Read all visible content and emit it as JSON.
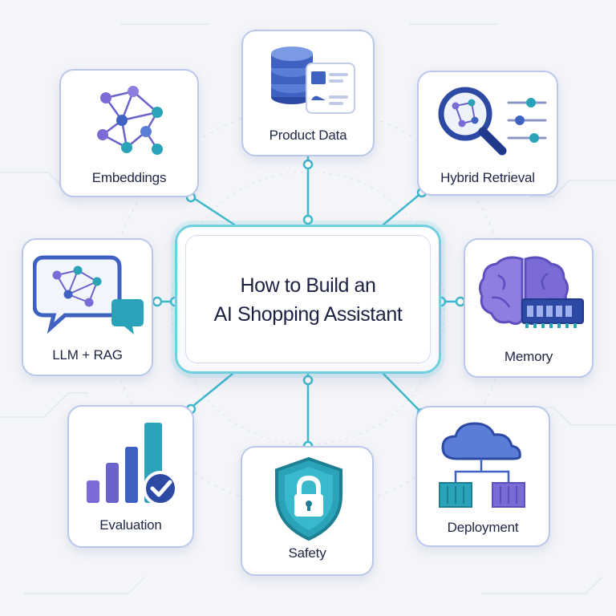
{
  "title": {
    "line1": "How to Build an",
    "line2": "AI Shopping Assistant"
  },
  "nodes": {
    "product_data": "Product Data",
    "embeddings": "Embeddings",
    "hybrid_retrieval": "Hybrid Retrieval",
    "llm_rag": "LLM + RAG",
    "memory": "Memory",
    "evaluation": "Evaluation",
    "safety": "Safety",
    "deployment": "Deployment"
  },
  "colors": {
    "background": "#f4f5f9",
    "connector": "#3fb8cc",
    "card_border": "#b9c7ea",
    "accent_blue": "#3f62c2",
    "accent_purple": "#7b6bd6",
    "accent_teal": "#2aa3b8"
  },
  "icons": {
    "product_data": "database-icon",
    "embeddings": "network-graph-icon",
    "hybrid_retrieval": "magnifier-sliders-icon",
    "llm_rag": "chat-network-icon",
    "memory": "brain-chip-icon",
    "evaluation": "bar-chart-check-icon",
    "safety": "shield-lock-icon",
    "deployment": "cloud-containers-icon"
  }
}
